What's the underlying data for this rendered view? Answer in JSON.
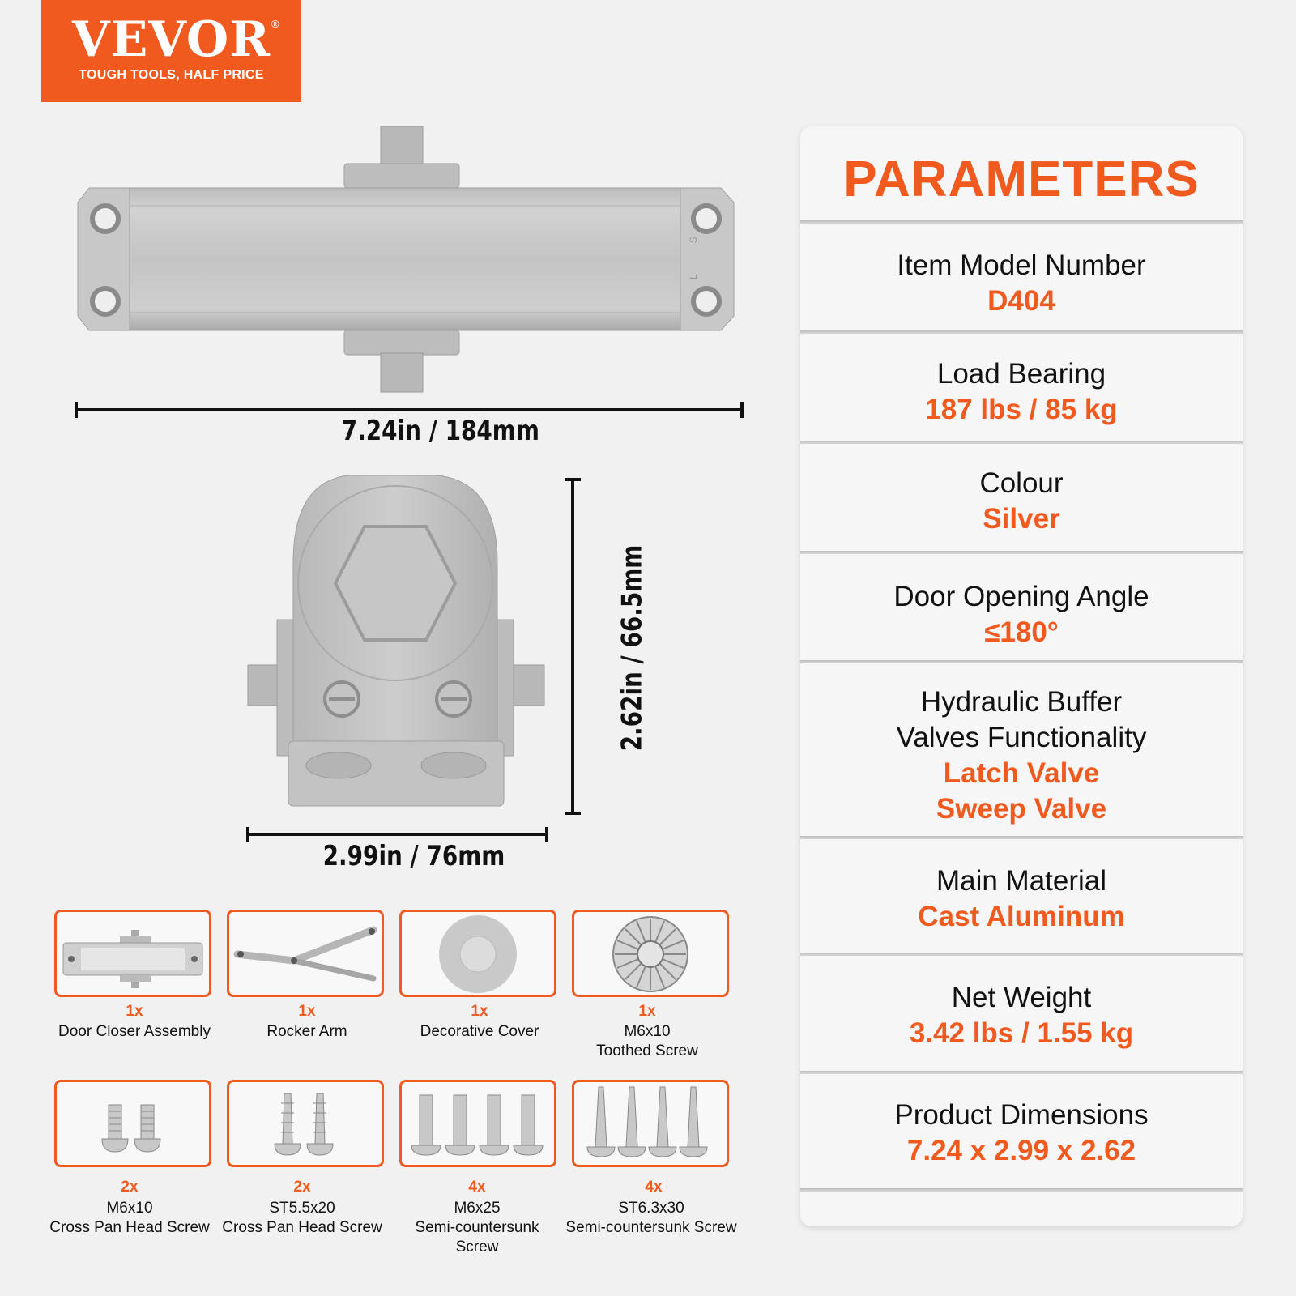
{
  "brand": {
    "name": "VEVOR",
    "registered": "®",
    "tagline": "TOUGH TOOLS, HALF PRICE",
    "color": "#f05a1e"
  },
  "dimensions": {
    "length": "7.24in / 184mm",
    "width": "2.99in / 76mm",
    "height": "2.62in / 66.5mm",
    "body_markings": [
      "S",
      "L"
    ]
  },
  "parameters": {
    "title": "PARAMETERS",
    "items": [
      {
        "label": "Item Model Number",
        "values": [
          "D404"
        ]
      },
      {
        "label": "Load Bearing",
        "values": [
          "187 lbs / 85 kg"
        ]
      },
      {
        "label": "Colour",
        "values": [
          "Silver"
        ]
      },
      {
        "label": "Door Opening Angle",
        "values": [
          "≤180°"
        ]
      },
      {
        "label": "Hydraulic Buffer Valves Functionality",
        "label_lines": [
          "Hydraulic Buffer",
          "Valves Functionality"
        ],
        "values": [
          "Latch Valve",
          "Sweep Valve"
        ]
      },
      {
        "label": "Main Material",
        "values": [
          "Cast Aluminum"
        ]
      },
      {
        "label": "Net Weight",
        "values": [
          "3.42 lbs / 1.55 kg"
        ]
      },
      {
        "label": "Product Dimensions",
        "values": [
          "7.24 x 2.99 x 2.62"
        ]
      }
    ]
  },
  "accessories": [
    {
      "qty": "1x",
      "name_lines": [
        "Door Closer Assembly"
      ],
      "icon": "door-closer-icon"
    },
    {
      "qty": "1x",
      "name_lines": [
        "Rocker Arm"
      ],
      "icon": "rocker-arm-icon"
    },
    {
      "qty": "1x",
      "name_lines": [
        "Decorative Cover"
      ],
      "icon": "decorative-cover-icon"
    },
    {
      "qty": "1x",
      "name_lines": [
        "M6x10",
        "Toothed Screw"
      ],
      "icon": "toothed-screw-icon"
    },
    {
      "qty": "2x",
      "name_lines": [
        "M6x10",
        "Cross Pan Head Screw"
      ],
      "icon": "pan-head-screw-icon"
    },
    {
      "qty": "2x",
      "name_lines": [
        "ST5.5x20",
        "Cross Pan Head Screw"
      ],
      "icon": "self-tapping-screw-icon"
    },
    {
      "qty": "4x",
      "name_lines": [
        "M6x25",
        "Semi-countersunk",
        "Screw"
      ],
      "icon": "machine-screw-icon"
    },
    {
      "qty": "4x",
      "name_lines": [
        "ST6.3x30",
        "Semi-countersunk Screw"
      ],
      "icon": "wood-screw-icon"
    }
  ]
}
